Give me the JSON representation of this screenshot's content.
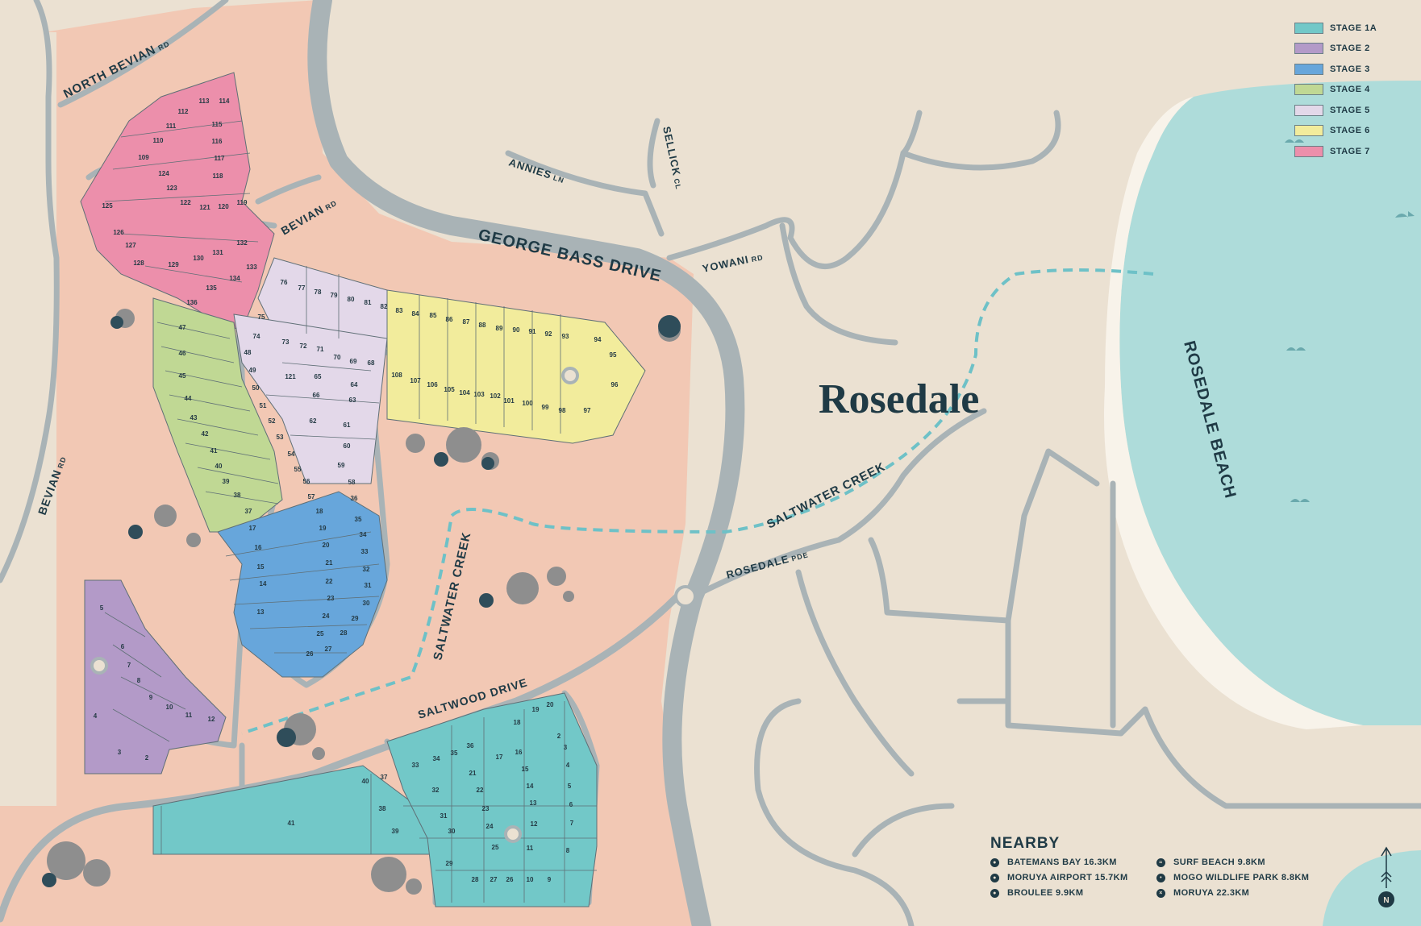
{
  "title": "Rosedale",
  "legend": [
    {
      "label": "STAGE 1A",
      "color": "#72c8c8"
    },
    {
      "label": "STAGE 2",
      "color": "#b39ac8"
    },
    {
      "label": "STAGE 3",
      "color": "#67a6db"
    },
    {
      "label": "STAGE 4",
      "color": "#c0d894"
    },
    {
      "label": "STAGE 5",
      "color": "#e3d8e9"
    },
    {
      "label": "STAGE 6",
      "color": "#f2ec9c"
    },
    {
      "label": "STAGE 7",
      "color": "#ec8fab"
    }
  ],
  "roads": {
    "north_bevian": "NORTH BEVIAN",
    "north_bevian_suffix": "RD",
    "bevian_top": "BEVIAN",
    "bevian_top_suffix": "RD",
    "bevian_left": "BEVIAN",
    "bevian_left_suffix": "RD",
    "annies": "ANNIES",
    "annies_suffix": "LN",
    "sellick": "SELLICK",
    "sellick_suffix": "CL",
    "george_bass": "GEORGE BASS DRIVE",
    "yowani": "YOWANI",
    "yowani_suffix": "RD",
    "rosedale_pde": "ROSEDALE",
    "rosedale_pde_suffix": "PDE",
    "saltwood": "SALTWOOD DRIVE"
  },
  "features": {
    "creek_east": "SALTWATER CREEK",
    "creek_west": "SALTWATER CREEK",
    "beach": "ROSEDALE BEACH"
  },
  "lots": {
    "stage7": [
      "113",
      "114",
      "112",
      "115",
      "111",
      "116",
      "110",
      "117",
      "109",
      "118",
      "124",
      "123",
      "122",
      "121",
      "120",
      "119",
      "125",
      "126",
      "127",
      "128",
      "129",
      "130",
      "131",
      "132",
      "133",
      "134",
      "135",
      "136"
    ],
    "stage5": [
      "76",
      "77",
      "78",
      "79",
      "80",
      "81",
      "82",
      "75",
      "74",
      "73",
      "72",
      "71",
      "70",
      "69",
      "68",
      "121",
      "65",
      "64",
      "66",
      "63",
      "62",
      "61",
      "60",
      "59",
      "58"
    ],
    "stage6": [
      "83",
      "84",
      "85",
      "86",
      "87",
      "88",
      "89",
      "90",
      "91",
      "92",
      "93",
      "94",
      "95",
      "96",
      "97",
      "98",
      "99",
      "100",
      "101",
      "102",
      "103",
      "104",
      "105",
      "106",
      "107",
      "108"
    ],
    "stage4": [
      "47",
      "46",
      "45",
      "44",
      "43",
      "42",
      "41",
      "40",
      "39",
      "38",
      "37",
      "48",
      "49",
      "50",
      "51",
      "52",
      "53",
      "54",
      "55",
      "56",
      "57"
    ],
    "stage3": [
      "17",
      "16",
      "15",
      "14",
      "13",
      "18",
      "19",
      "20",
      "21",
      "22",
      "23",
      "24",
      "25",
      "26",
      "36",
      "35",
      "34",
      "33",
      "32",
      "31",
      "30",
      "29",
      "28",
      "27"
    ],
    "stage2": [
      "5",
      "6",
      "7",
      "8",
      "9",
      "10",
      "11",
      "12",
      "4",
      "3",
      "2"
    ],
    "stage1a": [
      "41",
      "40",
      "37",
      "38",
      "39",
      "33",
      "34",
      "35",
      "36",
      "32",
      "21",
      "31",
      "22",
      "30",
      "23",
      "24",
      "29",
      "25",
      "28",
      "27",
      "26",
      "10",
      "9",
      "17",
      "18",
      "19",
      "20",
      "16",
      "2",
      "15",
      "3",
      "14",
      "4",
      "13",
      "5",
      "6",
      "12",
      "7",
      "11",
      "8"
    ]
  },
  "nearby": {
    "title": "NEARBY",
    "items": [
      {
        "label": "BATEMANS BAY 16.3KM",
        "icon": "location-pin-icon"
      },
      {
        "label": "SURF BEACH 9.8KM",
        "icon": "surf-icon"
      },
      {
        "label": "MORUYA AIRPORT 15.7KM",
        "icon": "location-pin-icon"
      },
      {
        "label": "MOGO WILDLIFE PARK 8.8KM",
        "icon": "paw-icon"
      },
      {
        "label": "BROULEE 9.9KM",
        "icon": "location-pin-icon"
      },
      {
        "label": "MORUYA 22.3KM",
        "icon": "cross-icon"
      }
    ]
  },
  "north": "N"
}
